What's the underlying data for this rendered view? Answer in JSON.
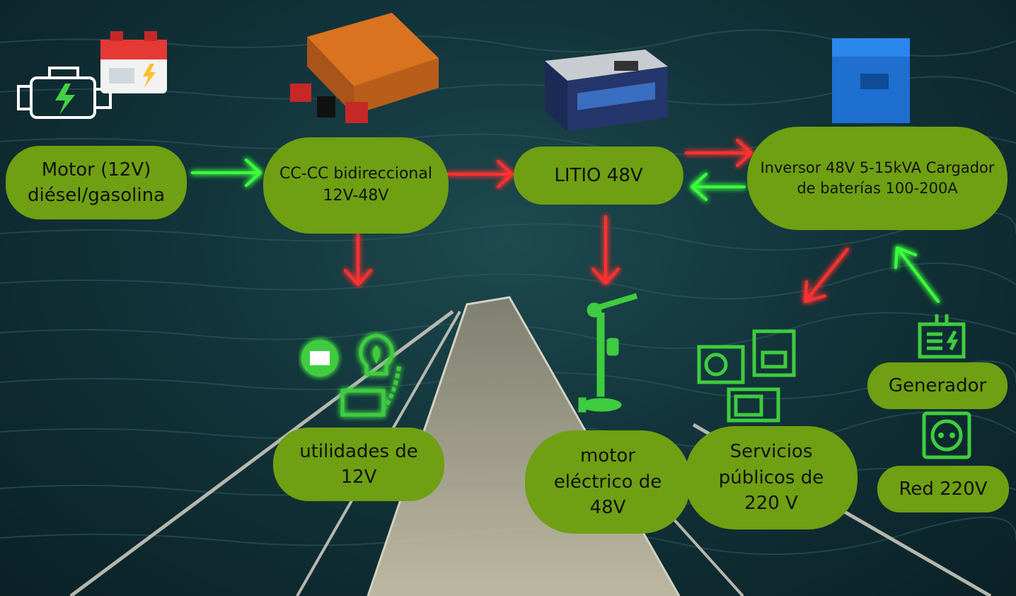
{
  "nodes": {
    "motor": "Motor (12V) diésel/gasolina",
    "dcdc": "CC-CC bidireccional 12V-48V",
    "litio": "LITIO 48V",
    "inversor": "Inversor 48V 5-15kVA Cargador de baterías 100-200A",
    "util12": "utilidades de 12V",
    "motor48": "motor eléctrico de 48V",
    "serv220": "Servicios públicos de 220 V",
    "generador": "Generador",
    "red": "Red 220V"
  },
  "colors": {
    "node_fill": "#6f9f12",
    "green_arrow": "#3cff3c",
    "red_arrow": "#ff3030",
    "sea": "#12343a"
  },
  "icons": [
    "engine-icon",
    "car-battery-icon",
    "dcdc-converter-icon",
    "lithium-battery-icon",
    "inverter-icon",
    "motor-bulb-panel-icon",
    "trolling-motor-icon",
    "appliances-icon",
    "generator-icon",
    "power-socket-icon"
  ]
}
